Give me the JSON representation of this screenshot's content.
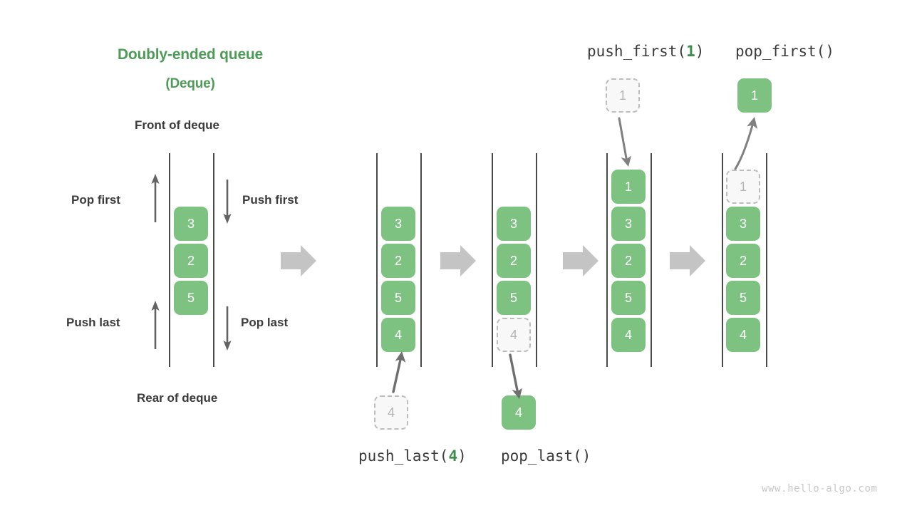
{
  "title": {
    "line1": "Doubly-ended queue",
    "line2": "(Deque)",
    "color": "#4e9a57"
  },
  "labels": {
    "front_of_deque": "Front of deque",
    "rear_of_deque": "Rear of deque",
    "pop_first": "Pop first",
    "push_first": "Push first",
    "push_last": "Push last",
    "pop_last": "Pop last"
  },
  "operations": {
    "push_first": {
      "name": "push_first(",
      "arg": "1",
      "close": ")"
    },
    "pop_first": {
      "name": "pop_first()"
    },
    "push_last": {
      "name": "push_last(",
      "arg": "4",
      "close": ")"
    },
    "pop_last": {
      "name": "pop_last()"
    }
  },
  "watermark": "www.hello-algo.com",
  "colors": {
    "accent_green": "#4e9a57",
    "box_green": "#7ec282",
    "ghost_bg": "#f8f8f8",
    "ghost_border": "#bdbdbd",
    "ghost_text": "#b4b4b4",
    "rail": "#4a4a4a",
    "block_arrow": "#c4c4c4",
    "thin_arrow": "#636363",
    "text": "#3b3b3b",
    "watermark": "#c8c8c8"
  },
  "panels": [
    {
      "id": "overview",
      "items": [
        {
          "value": "3",
          "state": "filled"
        },
        {
          "value": "2",
          "state": "filled"
        },
        {
          "value": "5",
          "state": "filled"
        }
      ],
      "external": []
    },
    {
      "id": "push-last-before",
      "items": [
        {
          "value": "3",
          "state": "filled"
        },
        {
          "value": "2",
          "state": "filled"
        },
        {
          "value": "5",
          "state": "filled"
        },
        {
          "value": "4",
          "state": "filled"
        }
      ],
      "external": [
        {
          "value": "4",
          "state": "ghost",
          "position": "below"
        }
      ]
    },
    {
      "id": "pop-last",
      "items": [
        {
          "value": "3",
          "state": "filled"
        },
        {
          "value": "2",
          "state": "filled"
        },
        {
          "value": "5",
          "state": "filled"
        },
        {
          "value": "4",
          "state": "ghost"
        }
      ],
      "external": [
        {
          "value": "4",
          "state": "filled",
          "position": "below"
        }
      ]
    },
    {
      "id": "push-first-after",
      "items": [
        {
          "value": "1",
          "state": "filled"
        },
        {
          "value": "3",
          "state": "filled"
        },
        {
          "value": "2",
          "state": "filled"
        },
        {
          "value": "5",
          "state": "filled"
        },
        {
          "value": "4",
          "state": "filled"
        }
      ],
      "external": [
        {
          "value": "1",
          "state": "ghost",
          "position": "above"
        }
      ]
    },
    {
      "id": "pop-first",
      "items": [
        {
          "value": "1",
          "state": "ghost"
        },
        {
          "value": "3",
          "state": "filled"
        },
        {
          "value": "2",
          "state": "filled"
        },
        {
          "value": "5",
          "state": "filled"
        },
        {
          "value": "4",
          "state": "filled"
        }
      ],
      "external": [
        {
          "value": "1",
          "state": "filled",
          "position": "above"
        }
      ]
    }
  ]
}
